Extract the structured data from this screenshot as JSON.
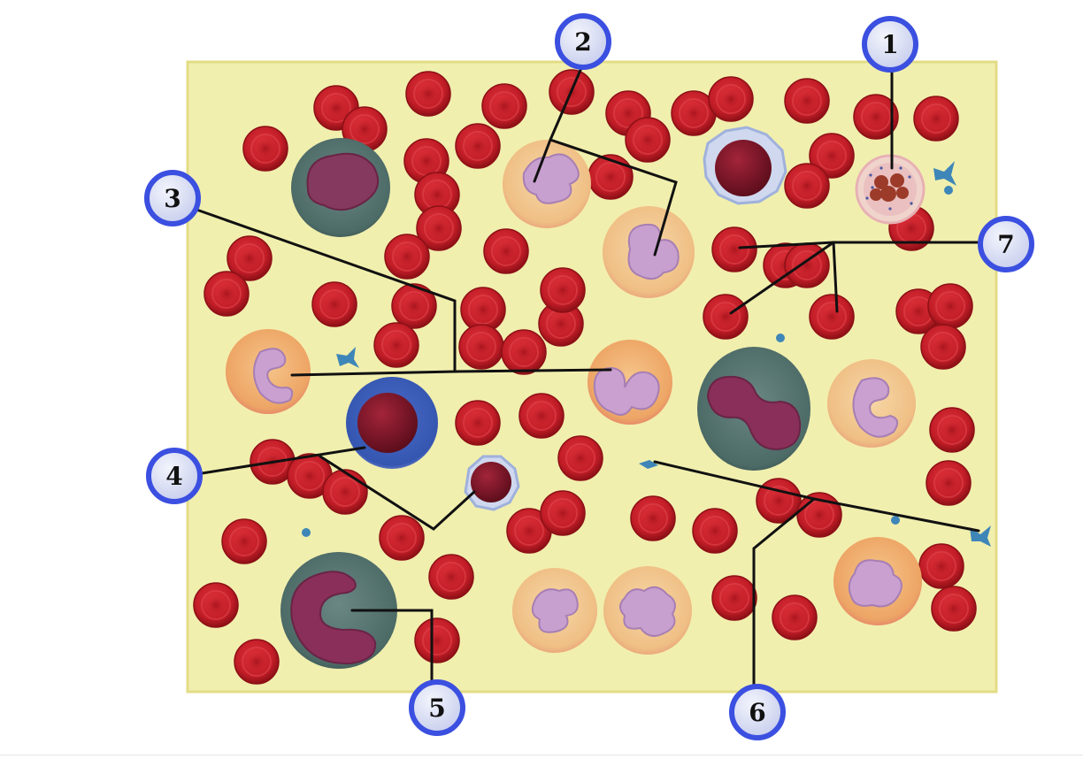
{
  "diagram": {
    "subject": "blood-smear-cell-model",
    "colors": {
      "plasma": "#f1efae",
      "plasma_edge": "#e3dc86",
      "rbc": "#c8202a",
      "rbc_dark": "#8d1016",
      "nucleus_purple": "#c99fcb",
      "nucleus_dark": "#8a2f5a",
      "granulocyte_body": "#f3c78f",
      "eosinophil_granules": "#e07a3a",
      "monocyte_body": "#4f6f6a",
      "lymphocyte_ring": "#3a5bb8",
      "platelet": "#3e86b8",
      "callout_ring": "#3b4fe0",
      "callout_fill": "#dfe3f3",
      "leader_line": "#111111"
    },
    "callouts": [
      {
        "label": "1"
      },
      {
        "label": "2"
      },
      {
        "label": "3"
      },
      {
        "label": "4"
      },
      {
        "label": "5"
      },
      {
        "label": "6"
      },
      {
        "label": "7"
      }
    ]
  }
}
